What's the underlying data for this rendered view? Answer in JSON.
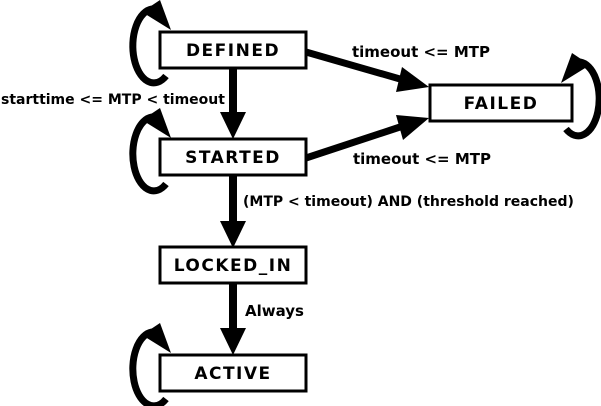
{
  "diagram": {
    "type": "state-machine",
    "background_color": "#ffffff",
    "line_color": "#000000",
    "states": [
      {
        "label": "DEFINED",
        "self_loop": true
      },
      {
        "label": "STARTED",
        "self_loop": true
      },
      {
        "label": "LOCKED_IN",
        "self_loop": false
      },
      {
        "label": "ACTIVE",
        "self_loop": true
      },
      {
        "label": "FAILED",
        "self_loop": true
      }
    ],
    "transitions": [
      {
        "from": "DEFINED",
        "to": "FAILED",
        "label": "timeout <= MTP"
      },
      {
        "from": "DEFINED",
        "to": "STARTED",
        "label": "starttime <= MTP < timeout"
      },
      {
        "from": "STARTED",
        "to": "FAILED",
        "label": "timeout <= MTP"
      },
      {
        "from": "STARTED",
        "to": "LOCKED_IN",
        "label": "(MTP < timeout) AND (threshold reached)"
      },
      {
        "from": "LOCKED_IN",
        "to": "ACTIVE",
        "label": "Always"
      }
    ]
  }
}
